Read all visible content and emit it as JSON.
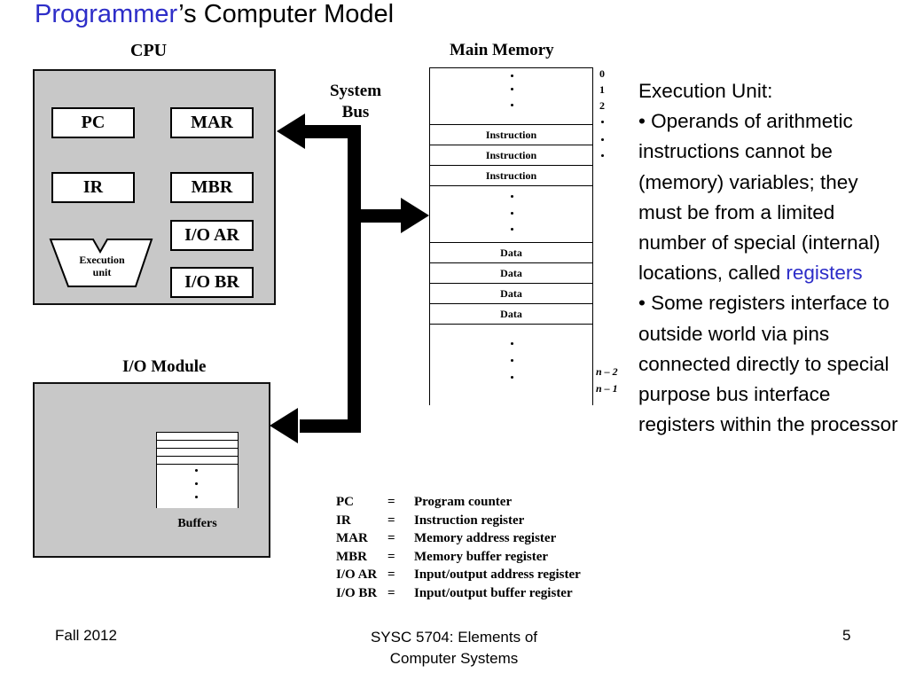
{
  "title": {
    "accent": "Programmer",
    "rest": "’s Computer Model"
  },
  "diagram": {
    "cpu_label": "CPU",
    "registers": {
      "pc": "PC",
      "mar": "MAR",
      "ir": "IR",
      "mbr": "MBR",
      "ioar": "I/O AR",
      "iobr": "I/O BR"
    },
    "execution_unit": {
      "line1": "Execution",
      "line2": "unit"
    },
    "system_bus": {
      "line1": "System",
      "line2": "Bus"
    },
    "main_memory_label": "Main Memory",
    "memory_rows": {
      "instruction": [
        "Instruction",
        "Instruction",
        "Instruction"
      ],
      "data": [
        "Data",
        "Data",
        "Data",
        "Data"
      ]
    },
    "addresses": {
      "a0": "0",
      "a1": "1",
      "a2": "2",
      "an2": "n – 2",
      "an1": "n – 1"
    },
    "io_module_label": "I/O Module",
    "buffers_label": "Buffers"
  },
  "legend": [
    {
      "abbr": "PC",
      "eq": "=",
      "desc": "Program counter"
    },
    {
      "abbr": "IR",
      "eq": "=",
      "desc": "Instruction register"
    },
    {
      "abbr": "MAR",
      "eq": "=",
      "desc": "Memory address register"
    },
    {
      "abbr": "MBR",
      "eq": "=",
      "desc": "Memory buffer register"
    },
    {
      "abbr": "I/O AR",
      "eq": "=",
      "desc": "Input/output address register"
    },
    {
      "abbr": "I/O BR",
      "eq": "=",
      "desc": "Input/output buffer register"
    }
  ],
  "side_text": {
    "heading": "Execution Unit:",
    "bullet1": "• Operands of arithmetic instructions cannot be (memory) variables; they must be from a limited number of special (internal) locations, called",
    "bullet1_accent": "registers",
    "bullet2": "• Some registers interface to outside world via pins connected directly to special purpose bus interface registers within the processor"
  },
  "footer": {
    "left": "Fall 2012",
    "center_line1": "SYSC 5704: Elements of",
    "center_line2": "Computer Systems",
    "page": "5"
  },
  "colors": {
    "accent": "#2d2dc8",
    "panel": "#c8c8c8"
  }
}
